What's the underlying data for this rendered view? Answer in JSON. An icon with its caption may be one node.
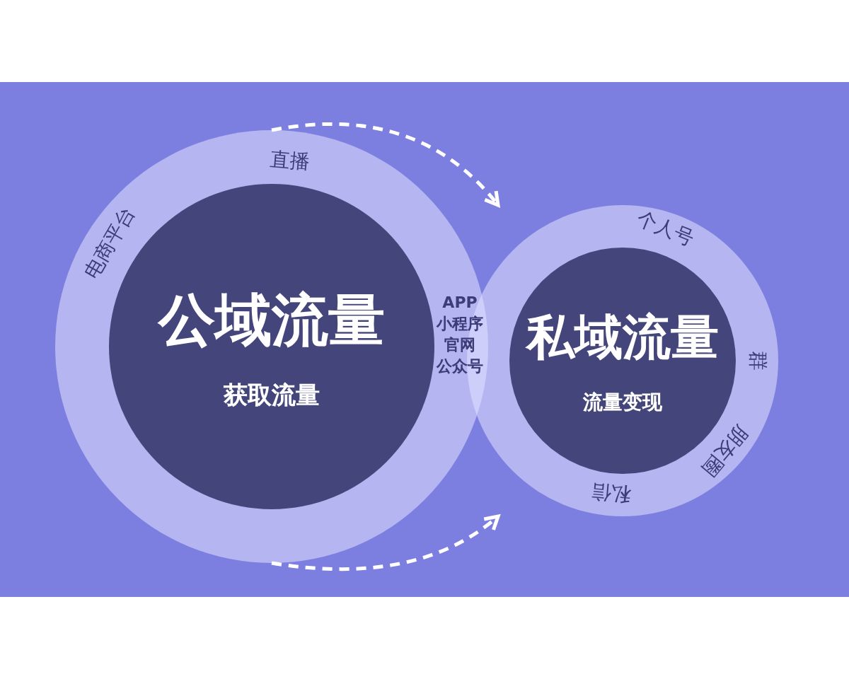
{
  "diagram": {
    "nodes": [
      {
        "text": [],
        "shape": "circle"
      },
      {
        "text": [
          "公域流量",
          "获取流量"
        ],
        "in": 0
      },
      {
        "text": [],
        "shape": "circle"
      },
      {
        "text": [
          "私域流量",
          "流量变现"
        ],
        "in": 2
      }
    ],
    "edges": [
      {
        "from": 0,
        "to": 2,
        "arrow": "to",
        "style": "dashed"
      },
      {
        "from": 0,
        "to": 2,
        "arrow": "to",
        "style": "dashed"
      }
    ],
    "labels": [
      "直播",
      "电商平台",
      "APP",
      "小程序",
      "官网",
      "公众号",
      "个人号",
      "群",
      "朋友圈",
      "私信"
    ]
  }
}
